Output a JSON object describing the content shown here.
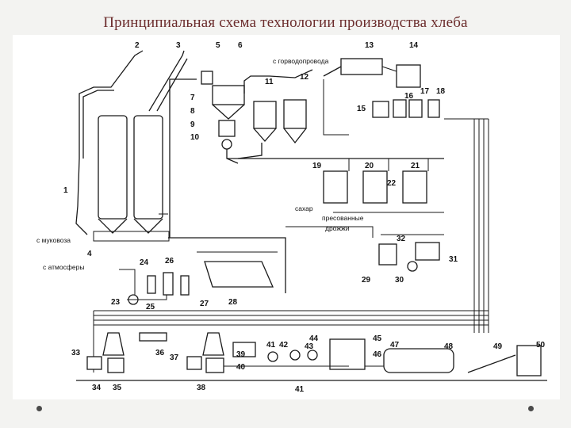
{
  "title": "Принципиальная схема технологии производства  хлеба",
  "labels": {
    "water": "с горводопровода",
    "flour": "с муковоза",
    "air": "с атмосферы",
    "sugar": "сахар",
    "yeast_line1": "пресованные",
    "yeast_line2": "дрожжи"
  },
  "numbers": [
    "1",
    "2",
    "3",
    "4",
    "5",
    "6",
    "7",
    "8",
    "9",
    "10",
    "11",
    "12",
    "13",
    "14",
    "15",
    "16",
    "17",
    "18",
    "19",
    "20",
    "21",
    "22",
    "23",
    "24",
    "25",
    "26",
    "27",
    "28",
    "29",
    "30",
    "31",
    "32",
    "33",
    "34",
    "35",
    "36",
    "37",
    "38",
    "39",
    "40",
    "41",
    "42",
    "43",
    "44",
    "45",
    "46",
    "47",
    "48",
    "49",
    "50",
    "41"
  ]
}
